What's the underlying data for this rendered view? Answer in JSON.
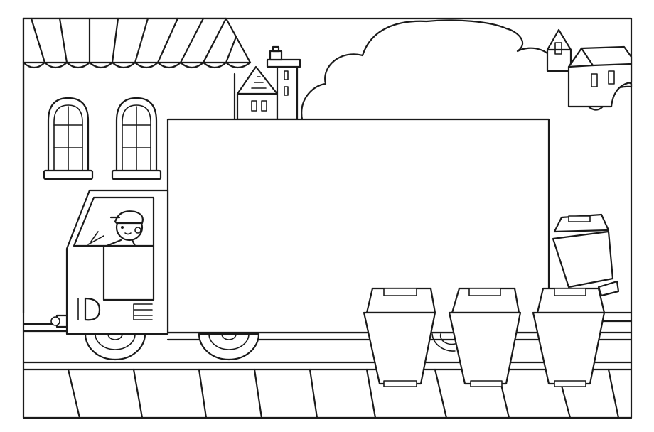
{
  "illustration": {
    "style": "black-and-white line art coloring page",
    "ink_color": "#1a1a1a",
    "paper_color": "#ffffff",
    "subjects": [
      "shop-awning",
      "arched-windows",
      "houses",
      "clouds",
      "truck",
      "driver",
      "trash-bins",
      "sidewalk"
    ]
  }
}
